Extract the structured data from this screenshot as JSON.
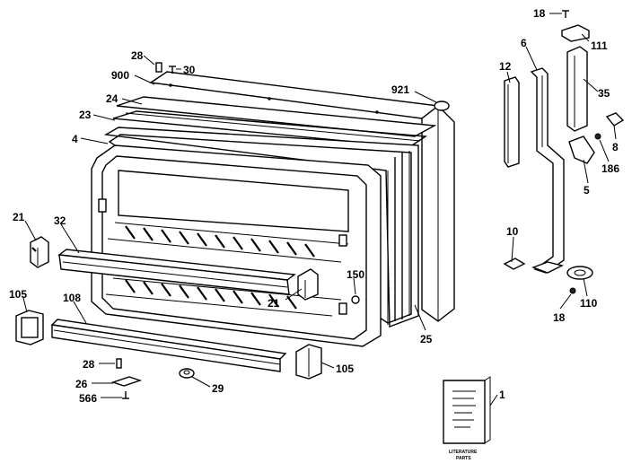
{
  "diagram": {
    "callouts": [
      "18",
      "111",
      "6",
      "12",
      "35",
      "8",
      "186",
      "5",
      "10",
      "110",
      "18",
      "28",
      "30",
      "900",
      "921",
      "24",
      "23",
      "4",
      "21",
      "32",
      "150",
      "21",
      "105",
      "108",
      "25",
      "28",
      "26",
      "566",
      "29",
      "105",
      "1"
    ],
    "manual_text": [
      "LITERATURE",
      "PARTS"
    ]
  }
}
